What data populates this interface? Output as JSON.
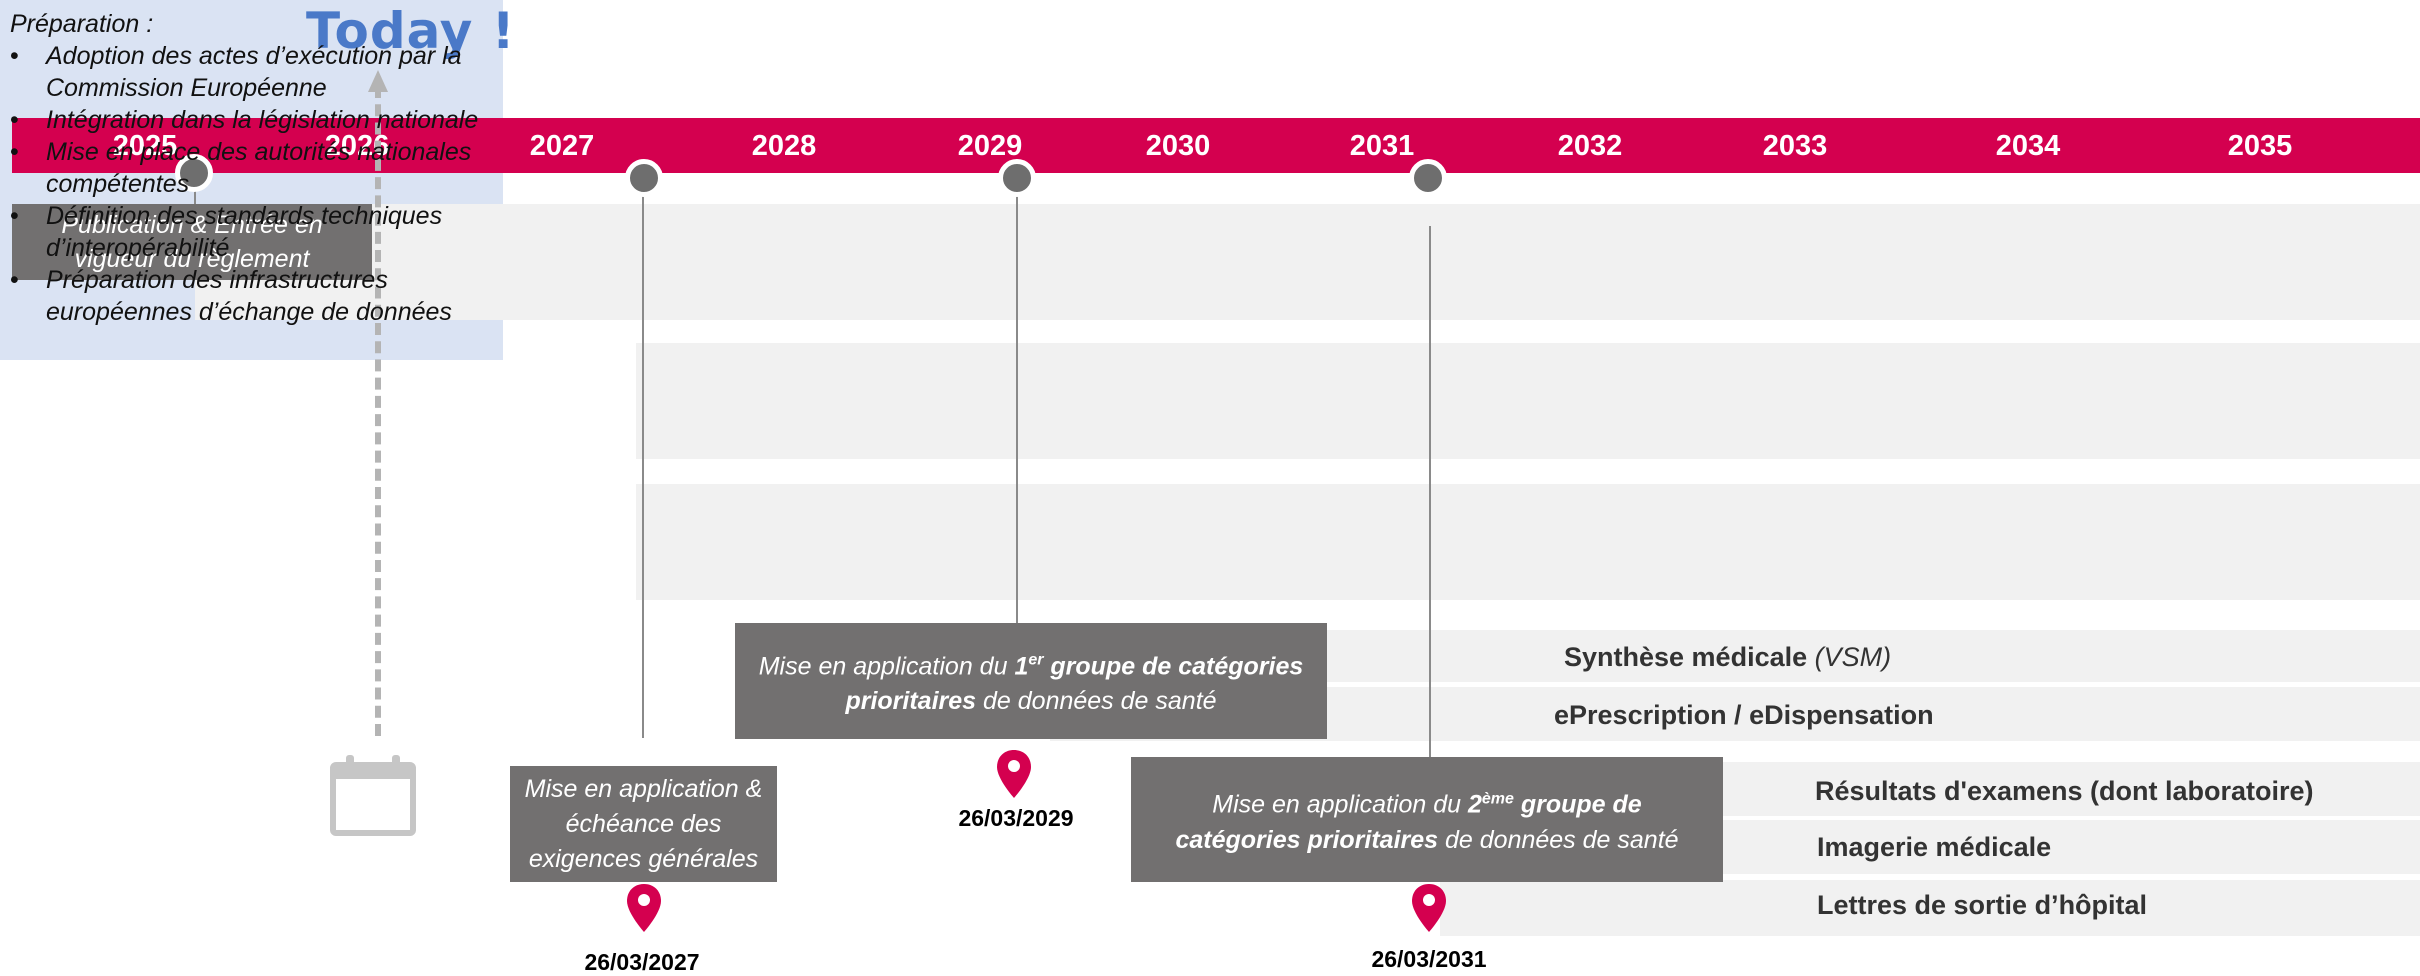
{
  "today": {
    "label": "Today !"
  },
  "years": [
    "2025",
    "2026",
    "2027",
    "2028",
    "2029",
    "2030",
    "2031",
    "2032",
    "2033",
    "2034",
    "2035"
  ],
  "milestones": {
    "publication": "Publication & Entrée en vigueur du règlement",
    "general_requirements": "Mise en application & échéance des exigences générales",
    "group1": {
      "prefix": "Mise en application du ",
      "ordinal": "1",
      "ordinal_sup": "er",
      "bold": " groupe de catégories prioritaires",
      "suffix": " de données de santé"
    },
    "group2": {
      "prefix": "Mise en application du ",
      "ordinal": "2",
      "ordinal_sup": "ème",
      "bold": " groupe de catégories prioritaires",
      "suffix": " de données de santé"
    }
  },
  "preparation": {
    "title": "Préparation :",
    "items": [
      "Adoption des actes d’exécution par la Commission Européenne",
      "Intégration dans la législation nationale",
      "Mise en place des autorités nationales compétentes",
      "Définition des standards techniques d’interopérabilité",
      "Préparation des infrastructures européennes d’échange de données"
    ]
  },
  "dates": {
    "d2027": "26/03/2027",
    "d2029": "26/03/2029",
    "d2031": "26/03/2031"
  },
  "categories": {
    "vsm_bold": "Synthèse médicale",
    "vsm_italic": "(VSM)",
    "eprescription": "ePrescription / eDispensation",
    "results": "Résultats d'examens (dont laboratoire)",
    "imaging": "Imagerie médicale",
    "discharge": "Lettres de sortie d’hôpital"
  },
  "colors": {
    "bar": "#d4004f",
    "pin": "#d4004f",
    "box_grey": "#727070",
    "prep_blue": "#dae3f3",
    "today_blue": "#4a79c8"
  }
}
